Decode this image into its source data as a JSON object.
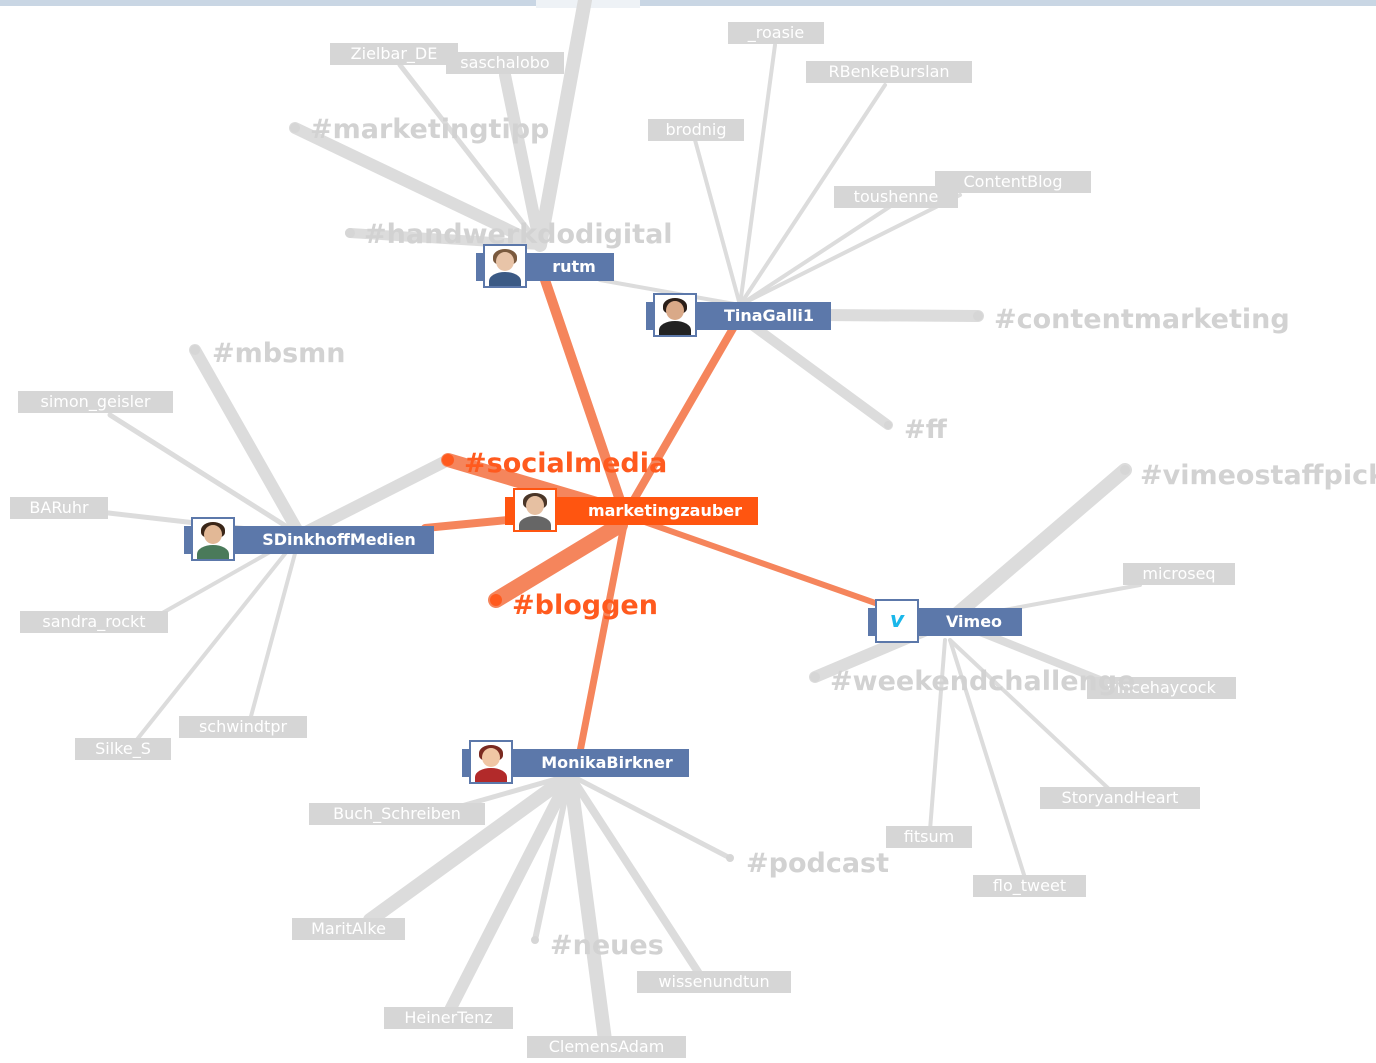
{
  "graph": {
    "center_user": "marketingzauber",
    "users": [
      "rutm",
      "TinaGalli1",
      "SDinkhoffMedien",
      "Vimeo",
      "MonikaBirkner"
    ],
    "accounts": [
      "Zielbar_DE",
      "saschalobo",
      "_roasie",
      "RBenkeBurslan",
      "brodnig",
      "ContentBlog",
      "toushenne",
      "simon_geisler",
      "BARuhr",
      "sandra_rockt",
      "schwindtpr",
      "Silke_S",
      "microseq",
      "vincehaycock",
      "StoryandHeart",
      "fitsum",
      "flo_tweet",
      "Buch_Schreiben",
      "MaritAlke",
      "wissenundtun",
      "HeinerTenz",
      "ClemensAdam"
    ],
    "hashtags": [
      "#marketingtipp",
      "#handwerkdodigital",
      "#contentmarketing",
      "#mbsmn",
      "#ff",
      "#socialmedia",
      "#bloggen",
      "#vimeostaffpick",
      "#weekendchallenge",
      "#podcast",
      "#neues"
    ]
  },
  "colors": {
    "user_node": "#5c78aa",
    "center_node": "#ff5510",
    "active_edge": "#f5855c",
    "inactive_edge": "#dcdcdc",
    "inactive_label": "#d2d2d2",
    "active_hashtag": "#ff5a1e"
  }
}
